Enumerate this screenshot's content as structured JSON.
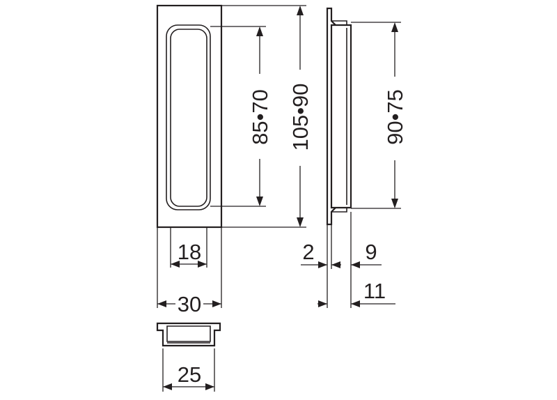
{
  "dimensions": {
    "recess_height": "85•70",
    "overall_height": "105•90",
    "side_height": "90•75",
    "recess_width": "18",
    "overall_width": "30",
    "flange_thickness": "2",
    "body_depth": "9",
    "overall_depth": "11",
    "bottom_width": "25"
  },
  "colors": {
    "line": "#231f20",
    "background": "#ffffff"
  }
}
